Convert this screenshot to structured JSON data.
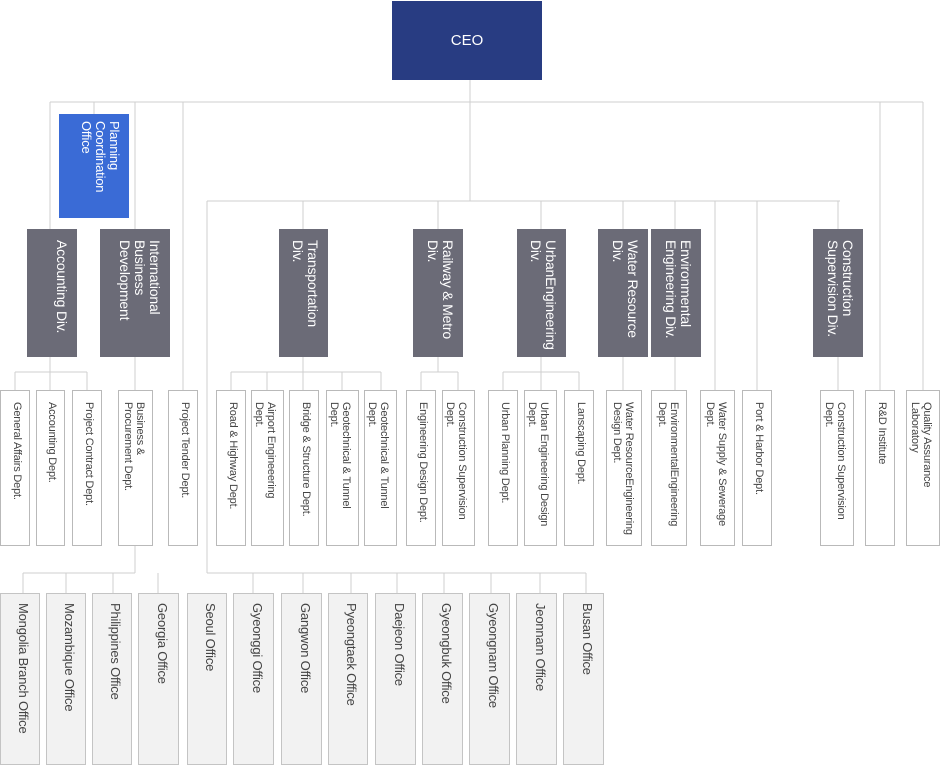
{
  "ceo": "CEO",
  "planning": "Planning\nCoordination\nOffice",
  "divisions": {
    "accounting": "Accounting Div.",
    "intl": "International\nBusiness\nDevelopment",
    "transport": "Transportation\nDiv.",
    "railway": "Railway & Metro\nDiv.",
    "urban": "UrbanEngineering\nDiv.",
    "water": "Water Resource\nDiv.",
    "env": "Environmental\nEngineering Div.",
    "construction": "Construction\nSupervision Div."
  },
  "depts": {
    "general_affairs": "General Affairs Dept.",
    "accounting_dept": "Accounting Dept.",
    "project_contract": "Project Contract Dept.",
    "business_procurement": "Business &\nProcurement Dept.",
    "project_tender": "Project Tender Dept.",
    "road_highway": "Road & Highway Dept.",
    "airport": "Airport Engineeering\nDept.",
    "bridge": "Bridge & Structure Dept.",
    "geotech1": "Geotechnical & Tunnel\nDept.",
    "geotech2": "Geotechnical & Tunnel\nDept.",
    "eng_design": "Engineering Design Dept.",
    "const_sup_rail": "Construction Supervision\nDept.",
    "urban_planning": "Urban Planning Dept.",
    "urban_eng_design": "Urban Engineering Design\nDept.",
    "lanscaping": "Lanscaping Dept.",
    "water_res_design": "Water ResourceEngineering\nDesign Dept.",
    "env_eng": "EnvironmentalEngineering\nDept.",
    "water_supply": "Water Supply & Sewerage\nDept.",
    "port_harbor": "Port & Harbor Dept.",
    "const_sup": "Construction Supervision\nDept.",
    "rnd": "R&D Institute",
    "quality": "Quality Assurance\nLaboratory"
  },
  "offices": {
    "mongolia": "Mongolia Branch Office",
    "mozambique": "Mozambique Office",
    "philippines": "Philippines Office",
    "georgia": "Georgia Office",
    "seoul": "Seoul Office",
    "gyeonggi": "Gyeonggi Office",
    "gangwon": "Gangwon Office",
    "pyeongtaek": "Pyeongtaek Office",
    "daejeon": "Daejeon Office",
    "gyeongbuk": "Gyeongbuk Office",
    "gyeongnam": "Gyeongnam Office",
    "jeonnam": "Jeonnam Office",
    "busan": "Busan Office"
  },
  "colors": {
    "ceo": "#283c82",
    "planning": "#3a6bd6",
    "division": "#6b6b77",
    "connector": "#cfcfcf"
  }
}
